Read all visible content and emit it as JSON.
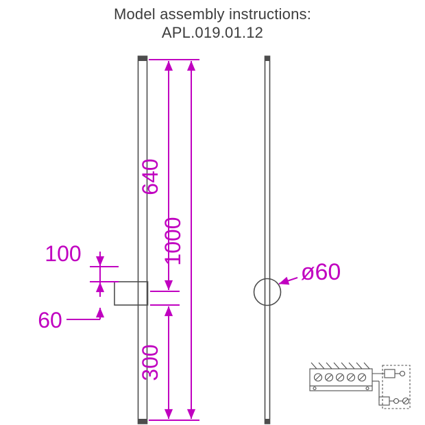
{
  "title": {
    "line1": "Model assembly instructions:",
    "line2": "APL.019.01.12"
  },
  "front_view": {
    "dim_640": "640",
    "dim_1000": "1000",
    "dim_100": "100",
    "dim_60": "60",
    "dim_300": "300"
  },
  "side_view": {
    "dim_diameter": "ø60"
  },
  "colors": {
    "dimension": "#c000c0",
    "line": "#4d4d4d",
    "background": "#ffffff"
  }
}
